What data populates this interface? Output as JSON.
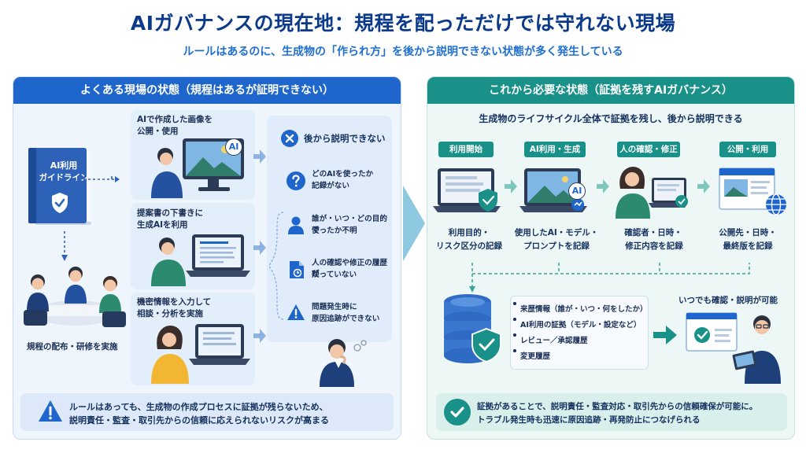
{
  "title": "AIガバナンスの現在地：規程を配っただけでは守れない現場",
  "subtitle": "ルールはあるのに、生成物の「作られ方」を後から説明できない状態が多く発生している",
  "left": {
    "header": "よくある現場の状態（規程はあるが証明できない）",
    "book_line1": "AI利用",
    "book_line2": "ガイドライン",
    "meeting_caption": "規程の配布・研修を実施",
    "scenes": [
      {
        "line1": "AIで作成した画像を",
        "line2": "公開・使用"
      },
      {
        "line1": "提案書の下書きに",
        "line2": "生成AIを利用"
      },
      {
        "line1": "機密情報を入力して",
        "line2": "相談・分析を実施"
      }
    ],
    "screen_ai": "AI",
    "issues_title": "後から説明できない",
    "issues": [
      {
        "line1": "どのAIを使ったか",
        "line2": "記録がない"
      },
      {
        "line1": "誰が・いつ・どの目的で",
        "line2": "使ったか不明"
      },
      {
        "line1": "人の確認や修正の履歴が",
        "line2": "残っていない"
      },
      {
        "line1": "問題発生時に",
        "line2": "原因追跡ができない"
      }
    ],
    "note_line1": "ルールはあっても、生成物の作成プロセスに証拠が残らないため、",
    "note_line2": "説明責任・監査・取引先からの信頼に応えられないリスクが高まる"
  },
  "right": {
    "header": "これから必要な状態（証拠を残すAIガバナンス）",
    "intro": "生成物のライフサイクル全体で証拠を残し、後から説明できる",
    "stages": [
      {
        "badge": "利用開始",
        "line1": "利用目的・",
        "line2": "リスク区分の記録"
      },
      {
        "badge": "AI利用・生成",
        "line1": "使用したAI・モデル・",
        "line2": "プロンプトを記録"
      },
      {
        "badge": "人の確認・修正",
        "line1": "確認者・日時・",
        "line2": "修正内容を記録"
      },
      {
        "badge": "公開・利用",
        "line1": "公開先・日時・",
        "line2": "最終版を記録"
      }
    ],
    "stage_ai": "AI",
    "evidence": [
      "来歴情報（誰が・いつ・何をしたか）",
      "AI利用の証拠（モデル・設定など）",
      "レビュー／承認履歴",
      "変更履歴"
    ],
    "always_label": "いつでも確認・説明が可能",
    "note_line1": "証拠があることで、説明責任・監査対応・取引先からの信頼確保が可能に。",
    "note_line2": "トラブル発生時も迅速に原因追跡・再発防止につなげられる"
  },
  "colors": {
    "navy": "#0b3a8a",
    "blue": "#1f66cc",
    "teal": "#199088",
    "light_blue_bg": "#eef5fc",
    "light_teal_bg": "#edf7f6"
  },
  "icons": [
    "shield-check-icon",
    "x-circle-icon",
    "question-icon",
    "person-icon",
    "document-history-icon",
    "warning-icon",
    "database-icon",
    "check-circle-icon",
    "globe-icon",
    "arrow-right-icon",
    "chevron-right-icon"
  ]
}
